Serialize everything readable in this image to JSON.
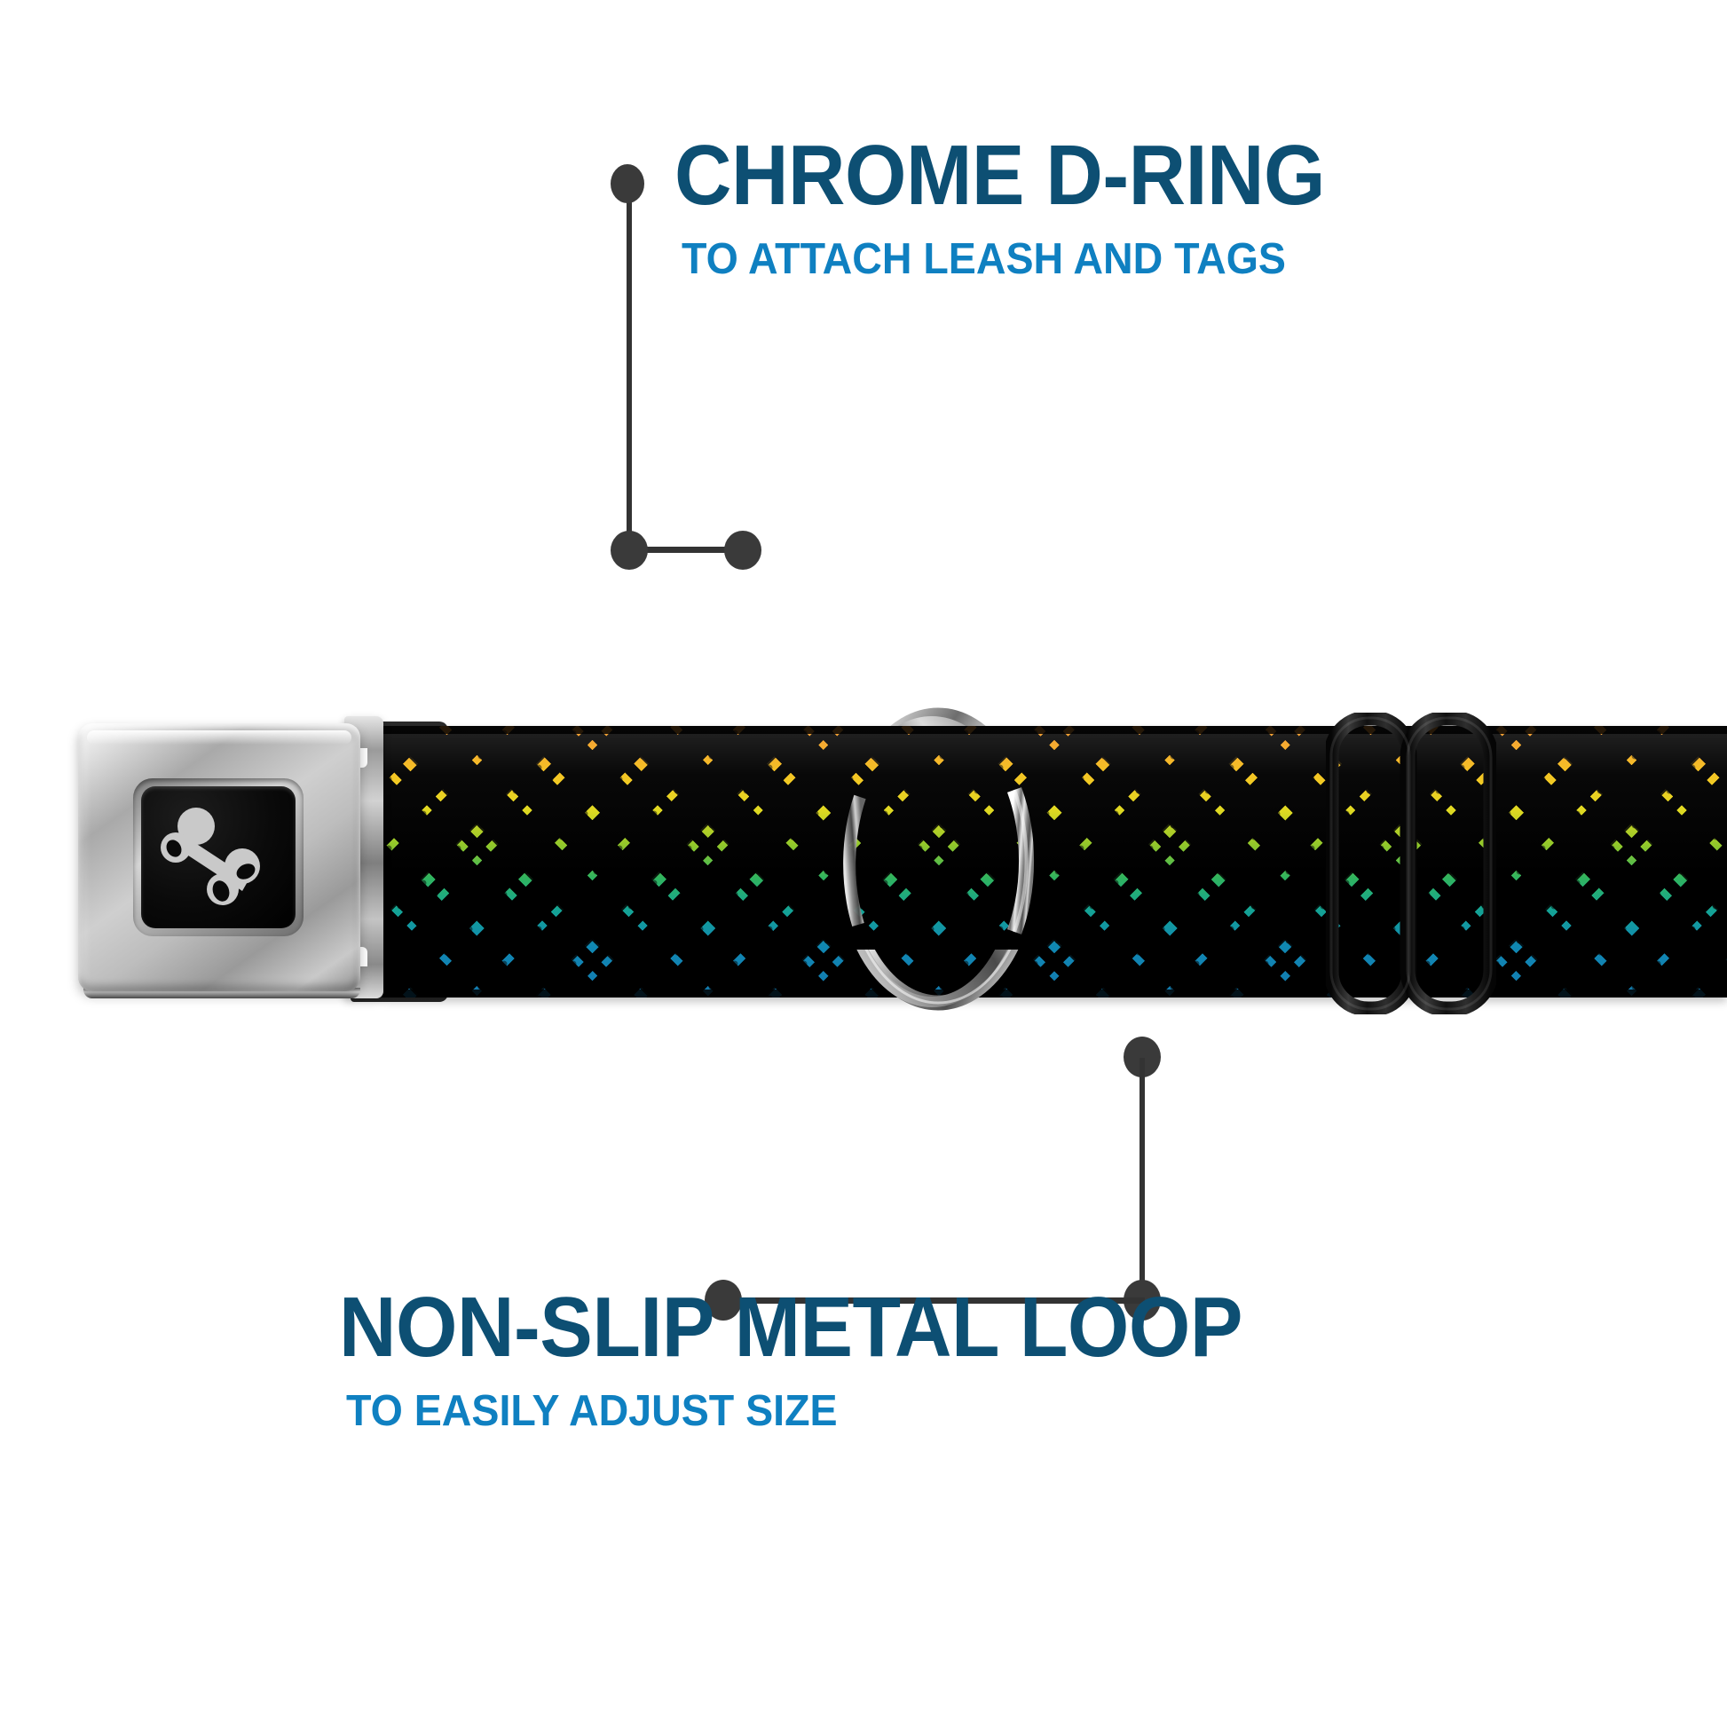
{
  "image": {
    "subject": "dog-collar-feature-diagram",
    "background_color": "#ffffff"
  },
  "colors": {
    "title_navy": "#0d4f73",
    "subtitle_blue": "#0f80c1",
    "leader_gray": "#333333",
    "strap_black": "#000000",
    "chrome_light": "#e6e6e6",
    "chrome_mid": "#a9a9a9",
    "chrome_dark": "#7f7f7f",
    "logo_gray": "#c9c9c9"
  },
  "callouts": [
    {
      "id": "chrome-d-ring",
      "title": "CHROME D-RING",
      "subtitle": "TO ATTACH LEASH AND TAGS"
    },
    {
      "id": "non-slip-metal-loop",
      "title": "NON-SLIP METAL LOOP",
      "subtitle": "TO EASILY ADJUST SIZE"
    }
  ],
  "product": {
    "buckle": {
      "name": "seatbelt-buckle",
      "finish": "chrome",
      "logo": "dog-bone-icon",
      "logo_color": "#c9c9c9",
      "window_color": "#000000"
    },
    "strap": {
      "name": "collar-strap",
      "pattern": "diagonal-plaid",
      "base_color": "#000000",
      "gradient_stops": [
        "#f08a16",
        "#f3c81d",
        "#e8e01e",
        "#9ad62c",
        "#35c96a",
        "#17bfae",
        "#14a8dd",
        "#1aa3e8"
      ]
    },
    "d_ring": {
      "name": "chrome-d-ring",
      "finish": "chrome"
    },
    "slider": {
      "name": "metal-slider-loop",
      "finish": "black-coated-metal"
    }
  },
  "leaders": {
    "d_ring": {
      "anchor_dot": "d-ring-anchor-dot",
      "bend_dot": "d-ring-bend-dot"
    },
    "slider": {
      "anchor_dot": "slider-anchor-dot",
      "bend_dot": "slider-bend-dot",
      "end_dot": "slider-end-dot"
    }
  }
}
